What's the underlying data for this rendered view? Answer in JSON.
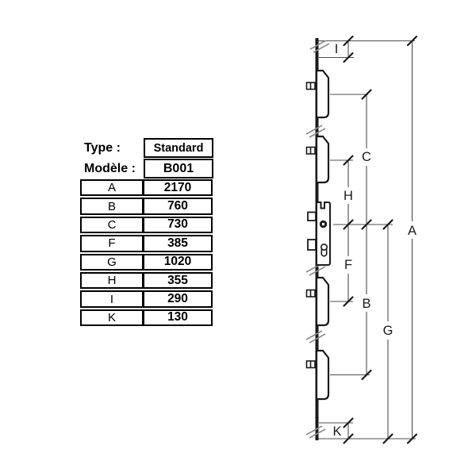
{
  "table": {
    "type_label": "Type :",
    "type_value": "Standard",
    "model_label": "Modèle :",
    "model_value": "B001",
    "rows": [
      {
        "key": "A",
        "value": "2170"
      },
      {
        "key": "B",
        "value": "760"
      },
      {
        "key": "C",
        "value": "730"
      },
      {
        "key": "F",
        "value": "385"
      },
      {
        "key": "G",
        "value": "1020"
      },
      {
        "key": "H",
        "value": "355"
      },
      {
        "key": "I",
        "value": "290"
      },
      {
        "key": "K",
        "value": "130"
      }
    ]
  },
  "drawing": {
    "labels": {
      "A": "A",
      "B": "B",
      "C": "C",
      "F": "F",
      "G": "G",
      "H": "H",
      "I": "I",
      "K": "K"
    }
  },
  "colors": {
    "ink": "#1a1a1a",
    "dim_line": "#4d4d4d",
    "break_mark": "#8c8c8c",
    "background": "#ffffff"
  }
}
